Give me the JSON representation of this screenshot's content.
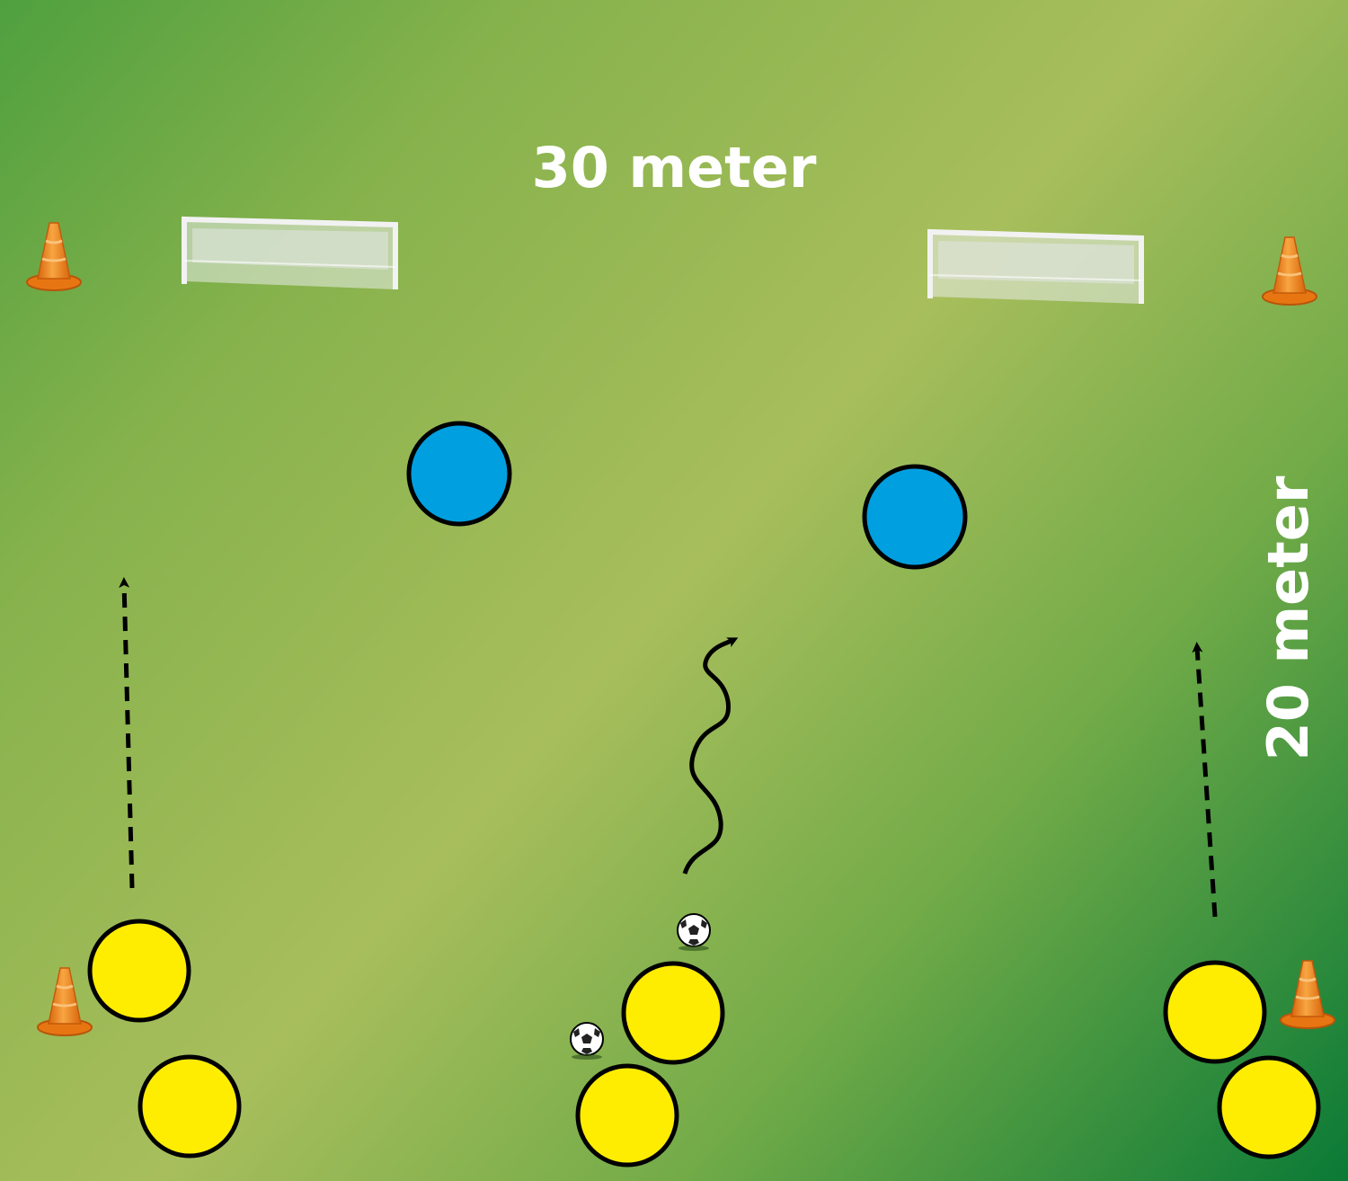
{
  "labels": {
    "width": "30 meter",
    "length": "20 meter"
  },
  "colors": {
    "field_light": "#a8be5c",
    "field_dark": "#0a7a36",
    "defender": "#009fe0",
    "attacker": "#ffed00",
    "cone": "#f08a24",
    "text": "#ffffff"
  },
  "elements": {
    "cones": 4,
    "goals": 2,
    "defenders": 2,
    "attackers": 6,
    "balls": 2
  }
}
